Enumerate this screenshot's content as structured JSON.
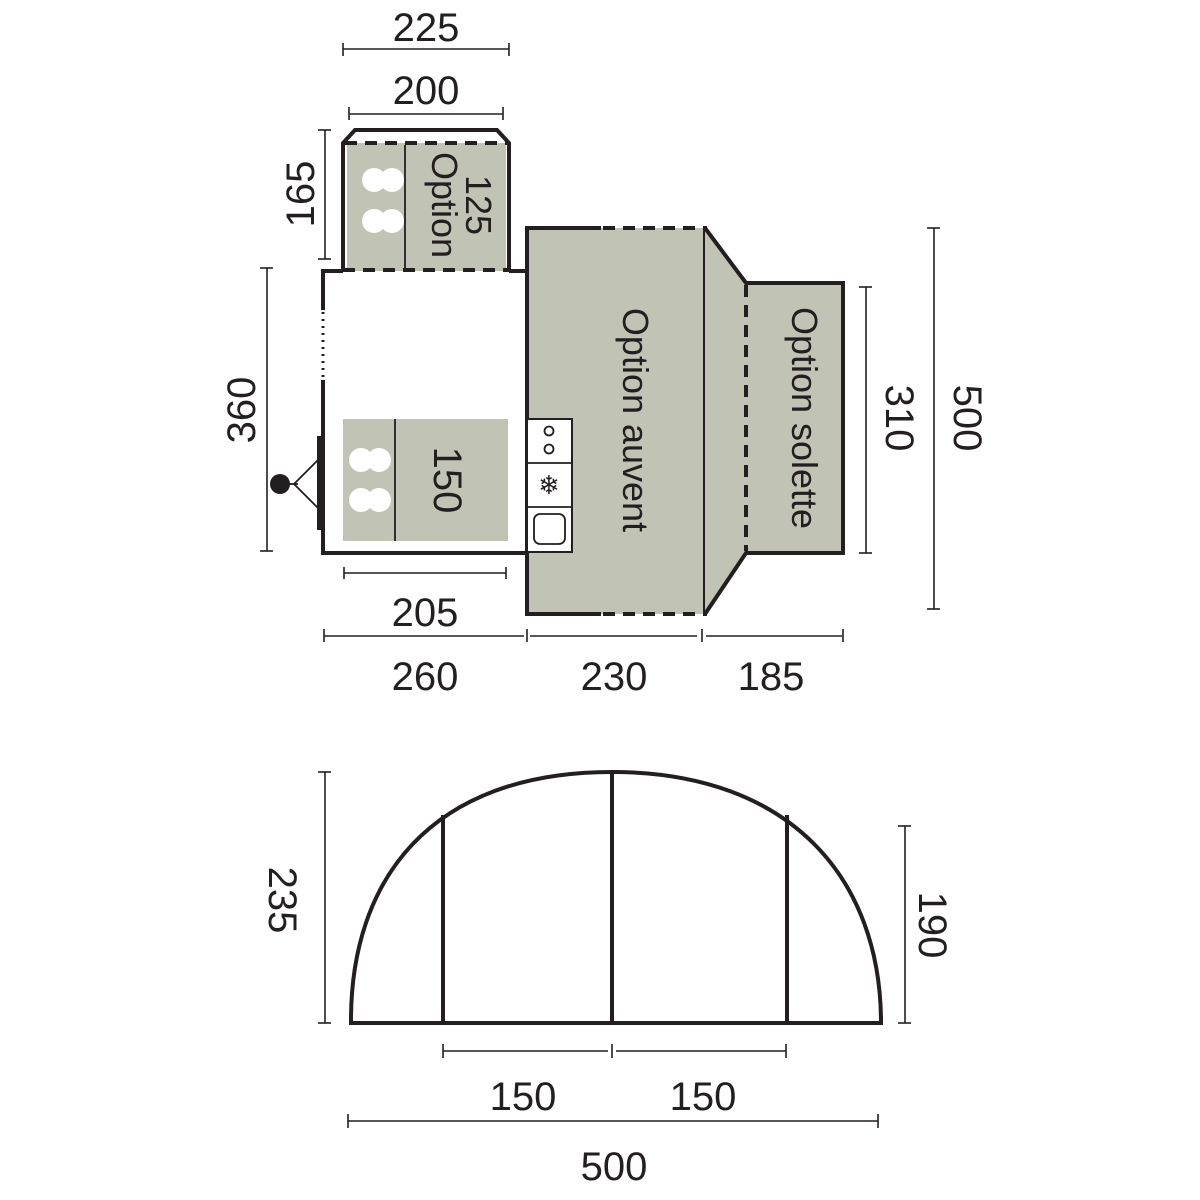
{
  "floor_plan": {
    "dims": {
      "top_outer_width": "225",
      "top_inner_width": "200",
      "bedroom_depth": "165",
      "caravan_length": "360",
      "bed_width": "205",
      "caravan_width": "260",
      "awning_width": "230",
      "skirt_width": "185",
      "skirt_length": "310",
      "awning_length": "500"
    },
    "labels": {
      "option_bedroom_line1": "Option",
      "option_bedroom_line2": "125",
      "bed": "150",
      "awning": "Option auvent",
      "skirt": "Option solette"
    }
  },
  "front_view": {
    "dims": {
      "height_outer": "235",
      "height_inner": "190",
      "left_bay": "150",
      "right_bay": "150",
      "total_width": "500"
    }
  }
}
